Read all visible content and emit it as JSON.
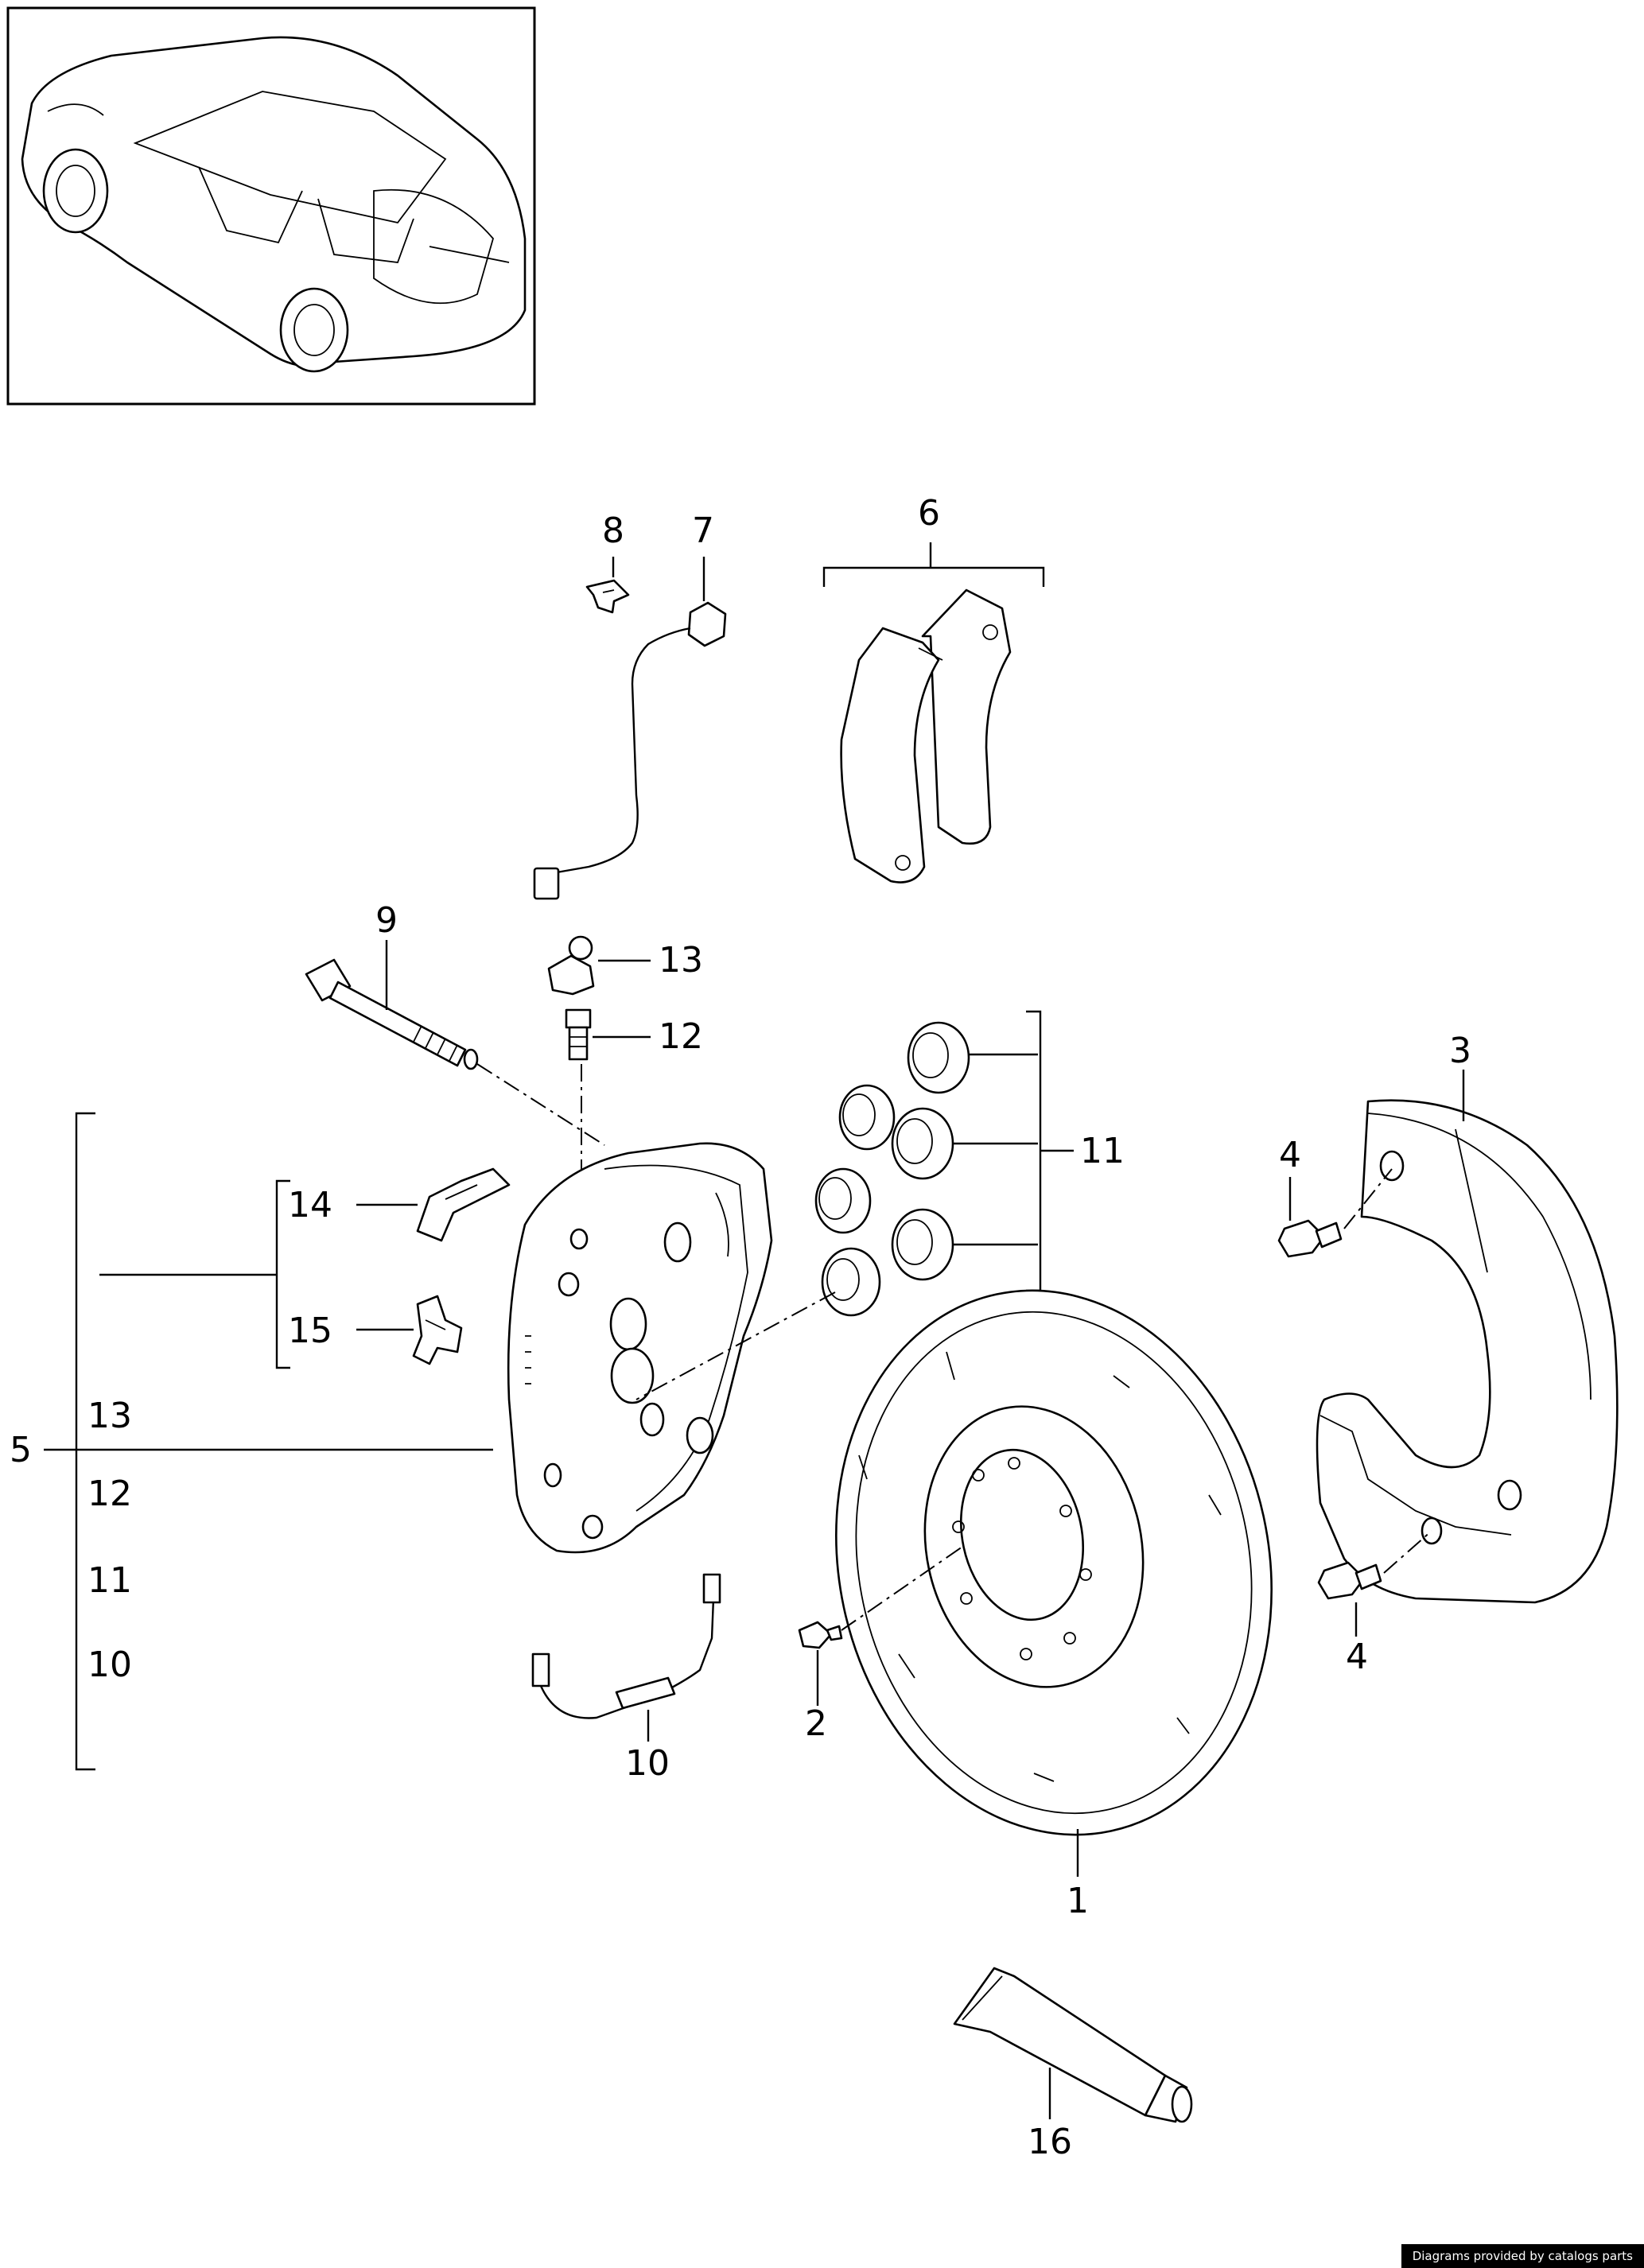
{
  "callouts": {
    "p1": "1",
    "p2": "2",
    "p3": "3",
    "p4a": "4",
    "p4b": "4",
    "p5": "5",
    "p6": "6",
    "p7": "7",
    "p8": "8",
    "p9": "9",
    "p10": "10",
    "p11": "11",
    "p12": "12",
    "p13": "13",
    "p14": "14",
    "p15": "15",
    "p16": "16"
  },
  "group5_list": [
    "13",
    "12",
    "11",
    "10"
  ],
  "credit": "Diagrams provided by catalogs parts",
  "icons": {
    "car": "vehicle-overview-icon",
    "disc": "brake-disc-icon",
    "caliper": "brake-caliper-icon",
    "shield": "splash-guard-icon",
    "pads": "brake-pads-icon",
    "tube": "grease-tube-icon"
  }
}
